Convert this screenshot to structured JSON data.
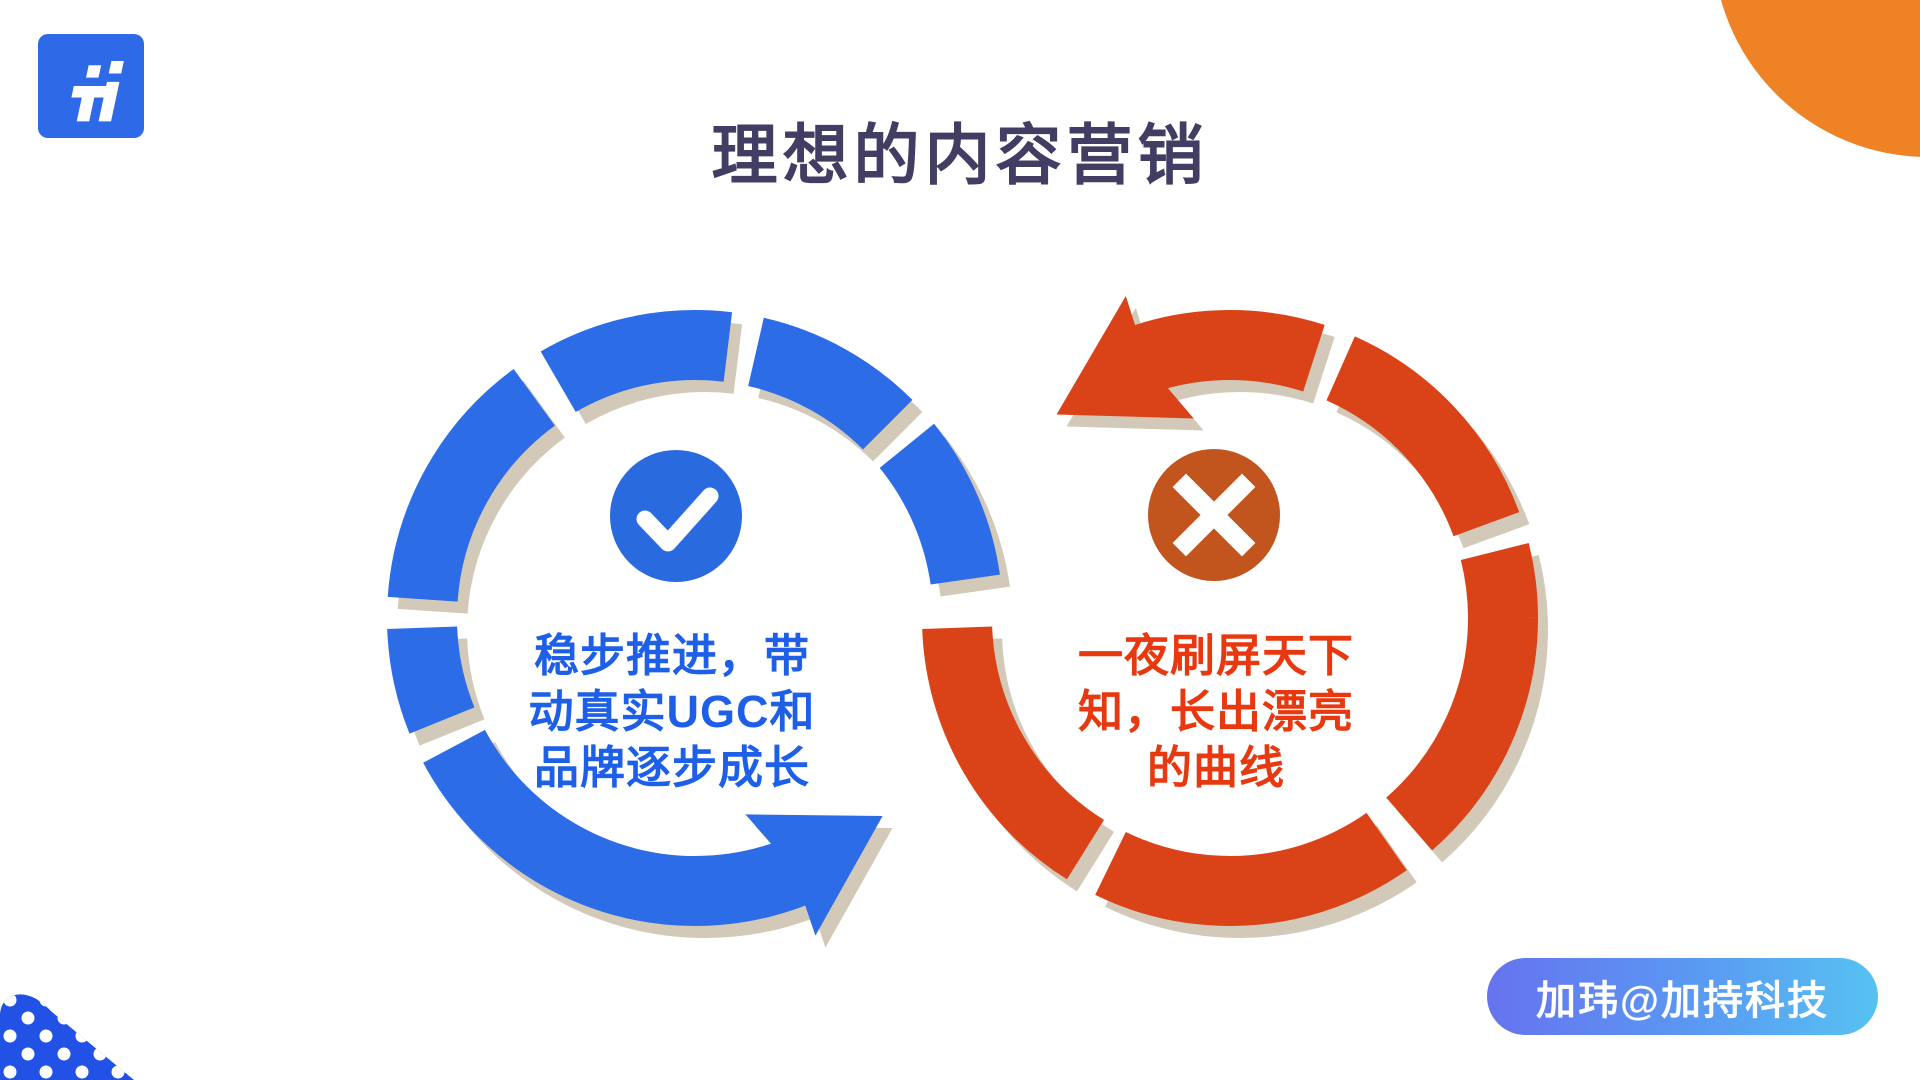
{
  "slide": {
    "title": "理想的内容营销",
    "logo": {
      "glyph": "ii"
    },
    "positive": {
      "icon": "check",
      "lines": [
        "稳步推进，带",
        "动真实UGC和",
        "品牌逐步成长"
      ]
    },
    "negative": {
      "icon": "cross",
      "lines": [
        "一夜刷屏天下",
        "知，长出漂亮",
        "的曲线"
      ]
    },
    "watermark": "加玮@加持科技",
    "colors": {
      "title": "#413D63",
      "blue_ring": "#2C6CE6",
      "blue_text": "#1E5FE8",
      "check_circle": "#2A6ADF",
      "red_ring": "#DA4317",
      "red_text": "#E8380F",
      "cross_circle": "#C2541D",
      "ring_shadow": "#D2C9B8",
      "corner_orange": "#F08226",
      "badge_gradient_start": "#6673EF",
      "badge_gradient_end": "#57C2F2",
      "logo_blue": "#2E69E8",
      "dots_blue": "#2151E5"
    }
  }
}
